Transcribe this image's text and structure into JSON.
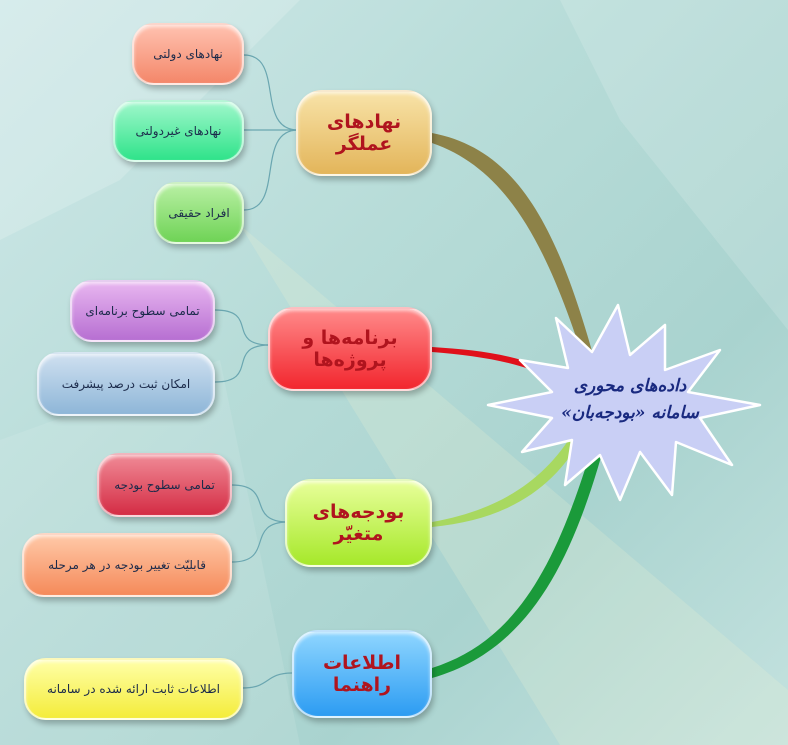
{
  "center": {
    "line1": "داده‌های محوری",
    "line2": "سامانه «بودجه‌بان»"
  },
  "branches": [
    {
      "label": "نهادهای عملگر",
      "leaves": [
        "نهادهای دولتی",
        "نهادهای غیردولتی",
        "افراد حقیقی"
      ]
    },
    {
      "label": "برنامه‌ها و پروژه‌ها",
      "leaves": [
        "تمامی سطوح برنامه‌ای",
        "امکان ثبت درصد پیشرفت"
      ]
    },
    {
      "label": "بودجه‌های متغیّر",
      "leaves": [
        "تمامی سطوح بودجه",
        "قابلیّت تغییر بودجه در هر مرحله"
      ]
    },
    {
      "label": "اطلاعات راهنما",
      "leaves": [
        "اطلاعات ثابت ارائه شده در سامانه"
      ]
    }
  ],
  "colors": {
    "branch_text": "#b0141e",
    "center_text": "#1a2a80",
    "center_fill": "#c9cff5",
    "connector_olive": "#8d8248",
    "connector_red": "#e0101a",
    "connector_lime": "#a8d860",
    "connector_green": "#1a9a3a",
    "leaf_line": "#6aa6b0"
  }
}
